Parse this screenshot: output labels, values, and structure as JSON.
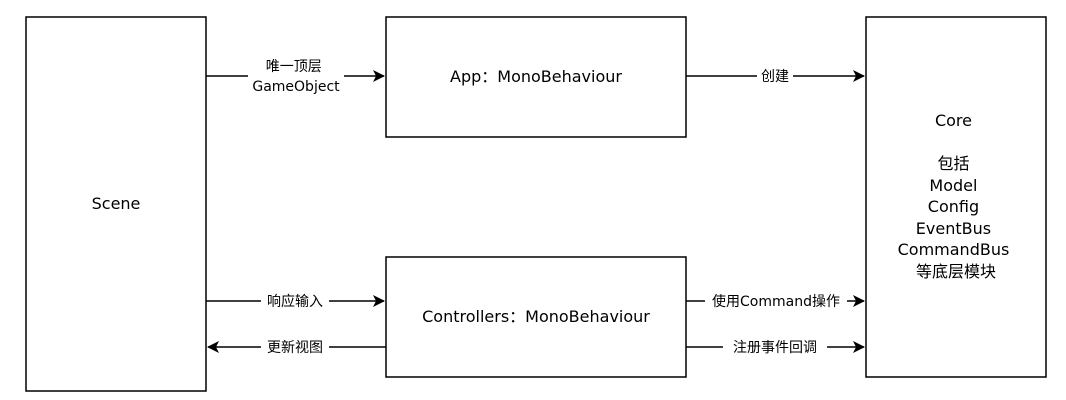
{
  "nodes": {
    "scene": {
      "label": "Scene"
    },
    "app": {
      "label": "App：MonoBehaviour"
    },
    "controllers": {
      "label": "Controllers：MonoBehaviour"
    },
    "core": {
      "lines": [
        "Core",
        "",
        "包括",
        "Model",
        "Config",
        "EventBus",
        "CommandBus",
        "等底层模块"
      ]
    }
  },
  "edges": {
    "scene_to_app": {
      "label_lines": [
        "唯一顶层",
        "GameObject"
      ]
    },
    "app_to_core": {
      "label_lines": [
        "创建"
      ]
    },
    "scene_to_controllers": {
      "label_lines": [
        "响应输入"
      ]
    },
    "controllers_to_scene": {
      "label_lines": [
        "更新视图"
      ]
    },
    "controllers_to_core_command": {
      "label_lines": [
        "使用Command操作"
      ]
    },
    "controllers_to_core_event": {
      "label_lines": [
        "注册事件回调"
      ]
    }
  },
  "colors": {
    "stroke": "#000000",
    "background": "#ffffff"
  }
}
